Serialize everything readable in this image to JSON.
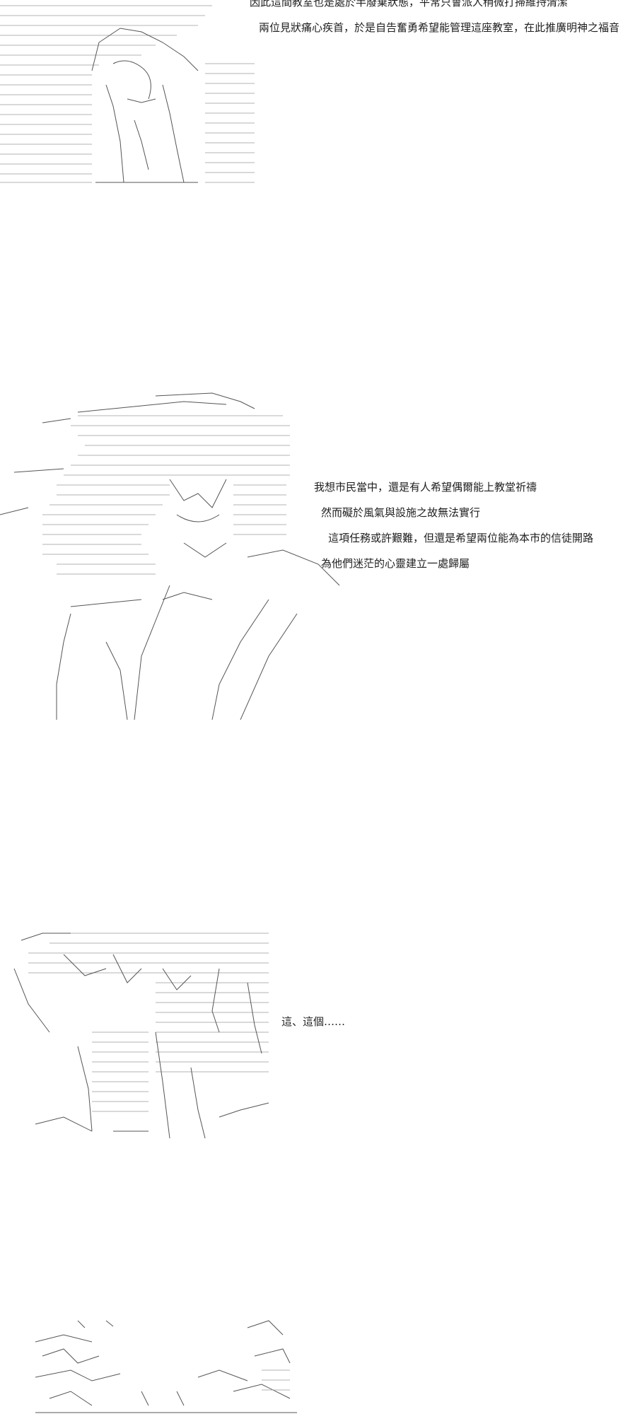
{
  "panel1": {
    "lines": [
      "因此這間教室也是處於半廢棄狀態，平常只會派人稍微打掃維持清潔",
      "兩位見狀痛心疾首，於是自告奮勇希望能管理這座教室，在此推廣明神之福音"
    ]
  },
  "panel2": {
    "lines": [
      "我想市民當中，還是有人希望偶爾能上教堂祈禱",
      "然而礙於風氣與設施之故無法實行",
      "這項任務或許艱難，但還是希望兩位能為本市的信徒開路",
      "為他們迷茫的心靈建立一處歸屬"
    ]
  },
  "panel3": {
    "lines": [
      "這、這個……"
    ]
  }
}
